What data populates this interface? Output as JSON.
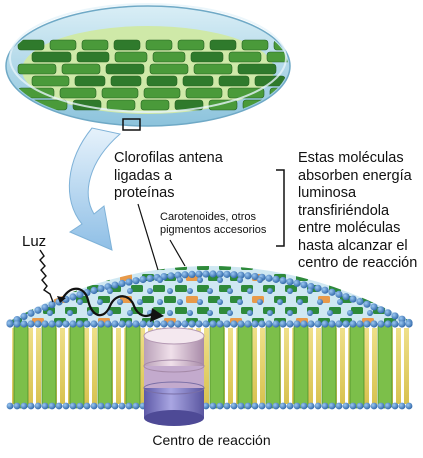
{
  "labels": {
    "antenna": "Clorofilas antena\nligadas a\nproteínas",
    "carotenoids": "Carotenoides, otros\npigmentos accesorios",
    "description": "Estas moléculas\nabsorben energía\nluminosa\ntransfiriéndola\nentre moléculas\nhasta alcanzar el\ncentro de reacción",
    "light": "Luz",
    "reaction_center": "Centro de reacción"
  },
  "colors": {
    "chloroplast_envelope": "#a9d6e8",
    "thylakoid_green": "#4a9a3a",
    "stroma_light_green": "#bfe08a",
    "membrane_bead_blue": "#3f7fc4",
    "lipid_tail_yellow": "#e8d56a",
    "protein_green": "#7cbf4a",
    "carotenoid_orange": "#e89a4a",
    "reaction_center_pink": "#dcc0d0",
    "reaction_center_violet": "#8a86c8",
    "arrow_blue": "#b9d8ee"
  }
}
